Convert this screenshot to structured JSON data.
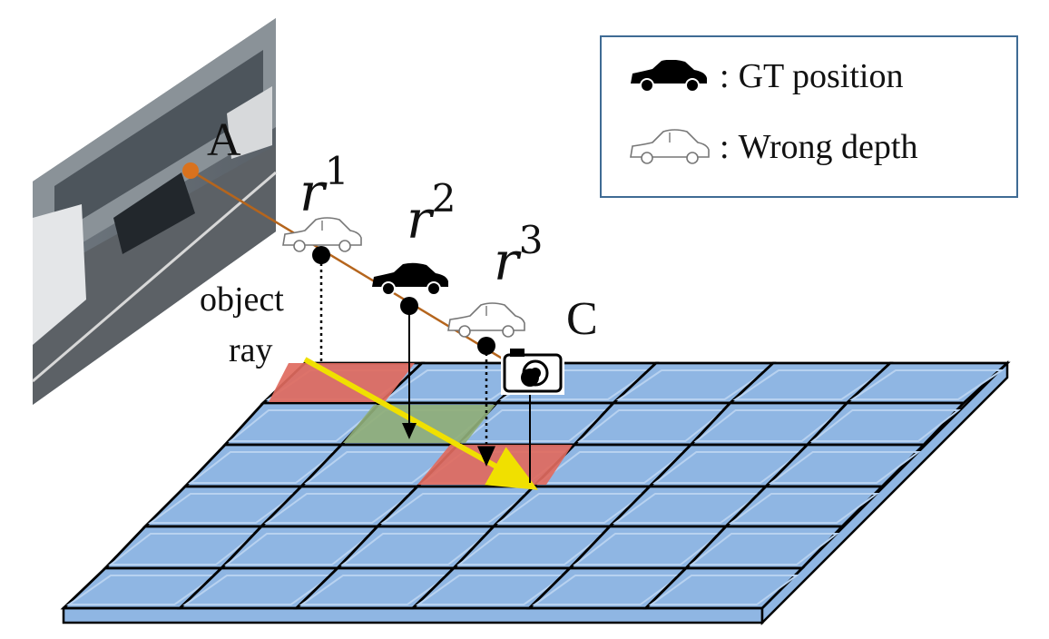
{
  "points": {
    "A": "A",
    "C": "C"
  },
  "rays": [
    {
      "base": "r",
      "sup": "1"
    },
    {
      "base": "r",
      "sup": "2"
    },
    {
      "base": "r",
      "sup": "3"
    }
  ],
  "object_ray_label": [
    "object",
    "ray"
  ],
  "legend": {
    "items": [
      {
        "icon": "car-solid-icon",
        "separator": ":",
        "label": "GT position"
      },
      {
        "icon": "car-outline-icon",
        "separator": ":",
        "label": "Wrong depth"
      }
    ]
  },
  "colors": {
    "grid_cell": "#8fb6e3",
    "grid_cell_edge": "#b8d2f0",
    "grid_line": "#000000",
    "highlight_red": "#e06a5e",
    "highlight_green": "#8fae78",
    "ray_line": "#b5651d",
    "point_A": "#d9721e",
    "object_ray_arrow": "#f0e000",
    "legend_border": "#3f6b94"
  }
}
